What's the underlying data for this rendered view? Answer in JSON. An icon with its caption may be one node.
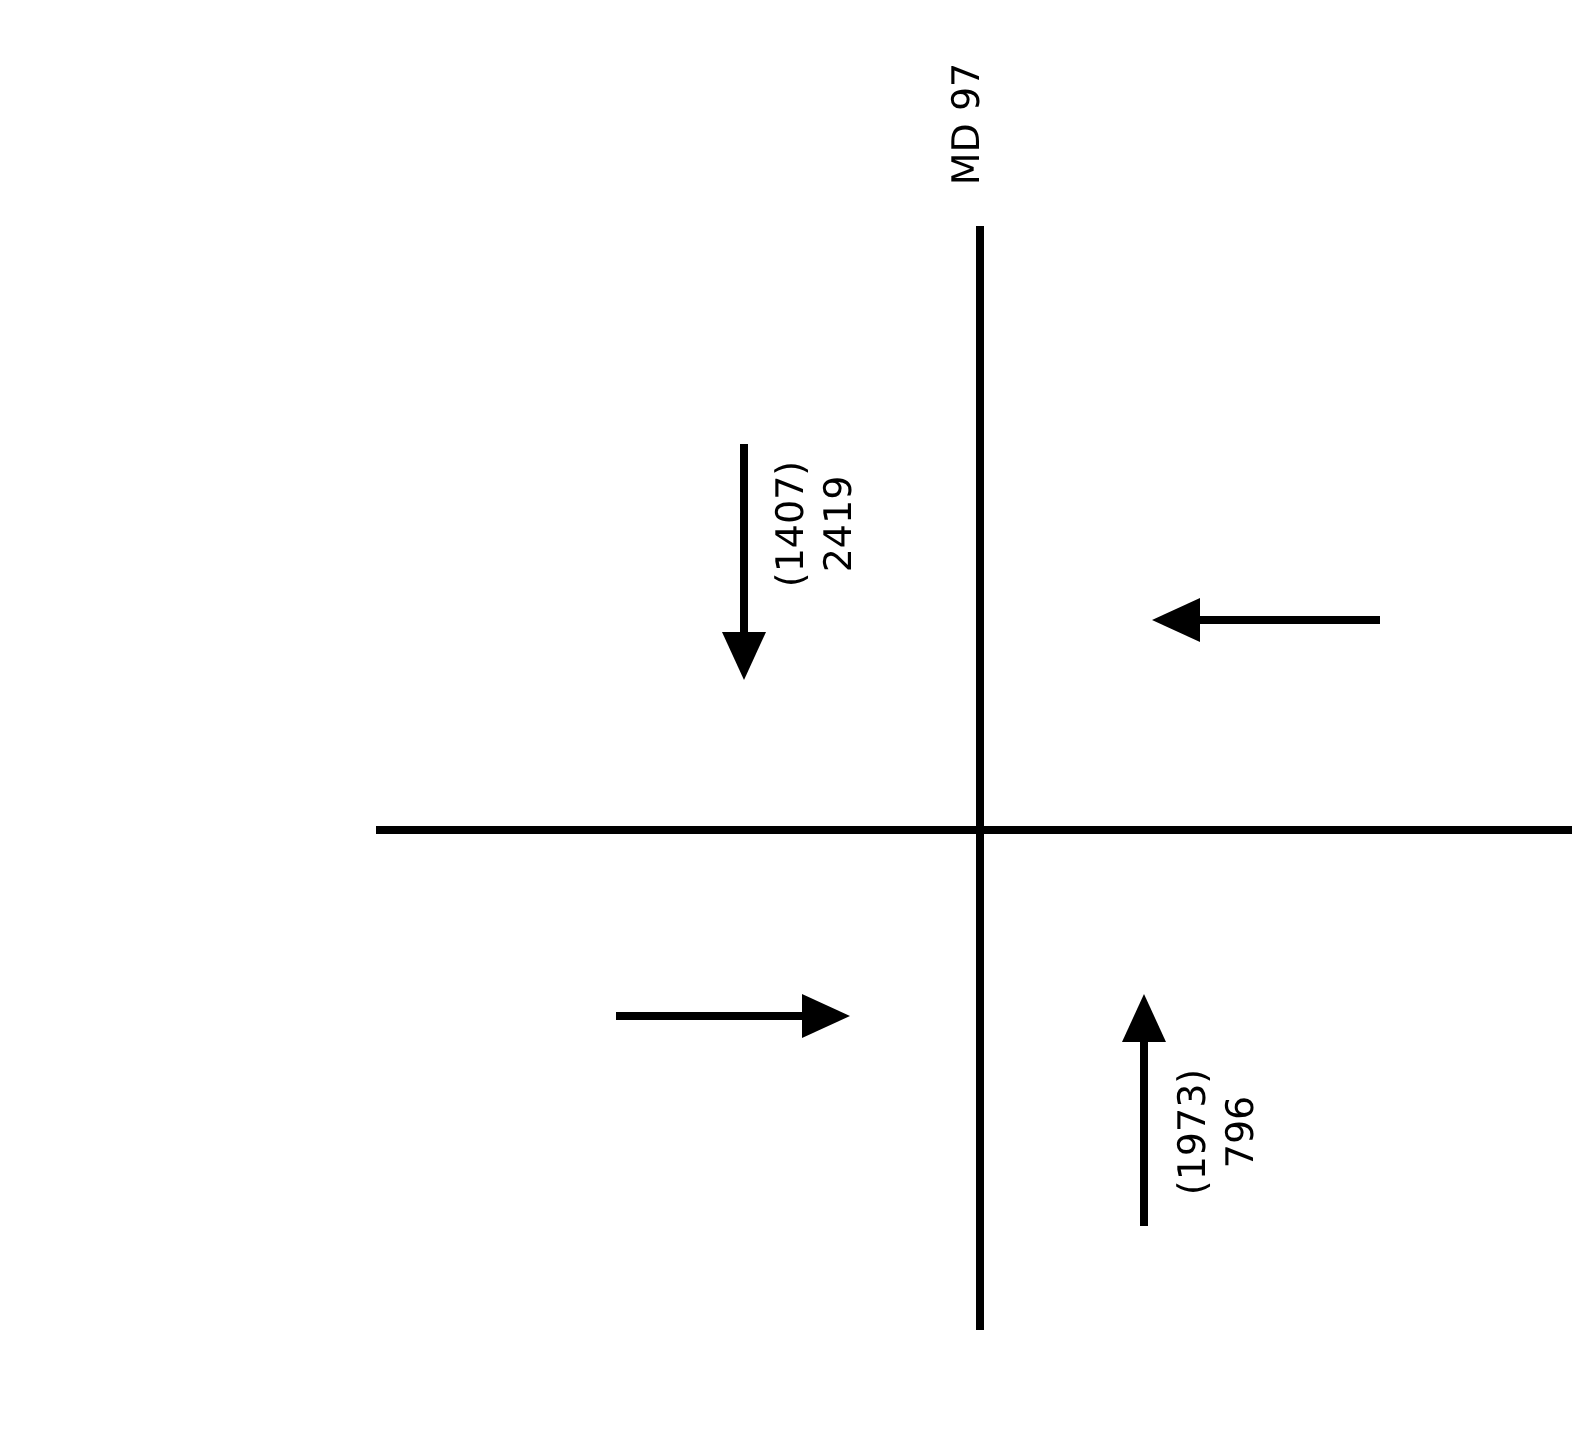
{
  "diagram": {
    "labels": [
      "MD 97",
      "(1407)",
      "2419",
      "(1973)",
      "796"
    ]
  }
}
